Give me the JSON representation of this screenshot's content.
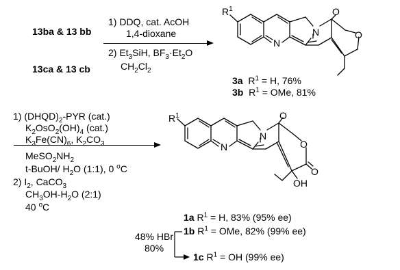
{
  "step1": {
    "reactants": [
      {
        "lead": "13ba",
        "mid": " & ",
        "tail": "13 bb"
      },
      {
        "lead": "13ca",
        "mid": " & ",
        "tail": "13 cb"
      }
    ],
    "conditions": {
      "line1": "1) DDQ, cat. AcOH",
      "line2": "1,4-dioxane",
      "line3_a": "2) Et",
      "line3_b": "3",
      "line3_c": "SiH, BF",
      "line3_d": "3",
      "line3_e": "·Et",
      "line3_f": "2",
      "line3_g": "O",
      "line4_a": "CH",
      "line4_b": "2",
      "line4_c": "Cl",
      "line4_d": "2"
    },
    "products": [
      {
        "id": "3a",
        "r": "R",
        "sup": "1",
        "rest": " = H, 76%"
      },
      {
        "id": "3b",
        "r": "R",
        "sup": "1",
        "rest": " = OMe, 81%"
      }
    ],
    "r1_label": "R",
    "r1_sup": "1",
    "atoms": {
      "n_ring": "N",
      "n_lactam": "N",
      "carbonyl_o": "O",
      "pyran_o": "O"
    }
  },
  "step2": {
    "conditions": {
      "c1a": "1) (DHQD)",
      "c1b": "2",
      "c1c": "-PYR (cat.)",
      "c2a": "K",
      "c2b": "2",
      "c2c": "OsO",
      "c2d": "2",
      "c2e": "(OH)",
      "c2f": "4",
      "c2g": " (cat.)",
      "c3a": "K",
      "c3b": "3",
      "c3c": "Fe(CN)",
      "c3d": "6",
      "c3e": ", K",
      "c3f": "2",
      "c3g": "CO",
      "c3h": "3",
      "c4a": "MeSO",
      "c4b": "2",
      "c4c": "NH",
      "c4d": "2",
      "c5a": "t-BuOH/ H",
      "c5b": "2",
      "c5c": "O (1:1), 0 ",
      "c5d": "o",
      "c5e": "C",
      "c6a": "2) I",
      "c6b": "2",
      "c6c": ", CaCO",
      "c6d": "3",
      "c7a": "CH",
      "c7b": "3",
      "c7c": "OH-H",
      "c7d": "2",
      "c7e": "O (2:1)",
      "c8a": "40 ",
      "c8b": "o",
      "c8c": "C"
    },
    "products": [
      {
        "id": "1a",
        "r": "R",
        "sup": "1",
        "rest": " = H, 83% (95% ee)"
      },
      {
        "id": "1b",
        "r": "R",
        "sup": "1",
        "rest": " = OMe, 82% (99% ee)"
      }
    ],
    "r1_label": "R",
    "r1_sup": "1",
    "atoms": {
      "n_ring": "N",
      "n_lactam": "N",
      "carbonyl_o": "O",
      "lactone_o": "O",
      "lactone_co": "O",
      "oh": "OH"
    }
  },
  "step3": {
    "reagent": "48% HBr",
    "yield": "80%",
    "product": {
      "id": "1c",
      "r": "R",
      "sup": "1",
      "rest": " = OH (99% ee)"
    }
  }
}
